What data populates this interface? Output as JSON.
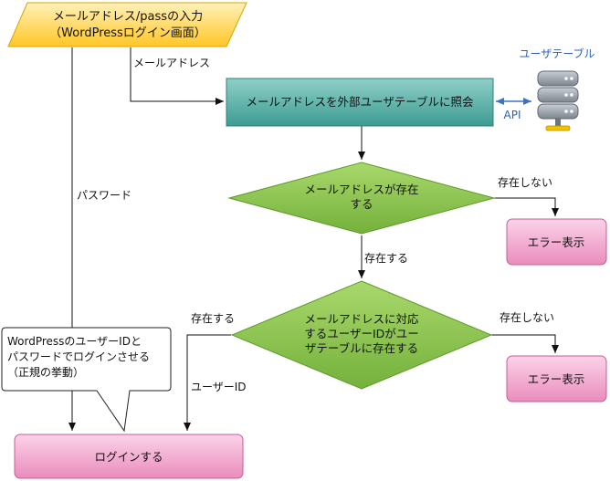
{
  "input_node": {
    "line1": "メールアドレス/passの入力",
    "line2": "（WordPressログイン画面）"
  },
  "edge_email_label": "メールアドレス",
  "edge_password_label": "パスワード",
  "query_node_label": "メールアドレスを外部ユーザテーブルに照会",
  "api_label": "API",
  "user_table": {
    "label": "ユーザテーブル",
    "icon": "database-server-icon"
  },
  "decision1": {
    "line1": "メールアドレスが存在",
    "line2": "する",
    "no_label": "存在しない",
    "yes_label": "存在する"
  },
  "error1_label": "エラー表示",
  "decision2": {
    "line1": "メールアドレスに対応",
    "line2": "するユーザーIDがユー",
    "line3": "ザテーブルに存在する",
    "no_label": "存在しない",
    "yes_label": "存在する"
  },
  "edge_userid_label": "ユーザーID",
  "error2_label": "エラー表示",
  "callout": {
    "line1": "WordPressのユーザーIDと",
    "line2": "パスワードでログインさせる",
    "line3": "（正規の挙動）"
  },
  "login_node_label": "ログインする",
  "colors": {
    "input_fill_top": "#ffe89a",
    "input_fill_bottom": "#ffc92e",
    "query_fill": "#5fb3a9",
    "decision_fill": "#8dc452",
    "error_fill": "#f4a8cf",
    "login_fill": "#f4a8cf",
    "api_arrow": "#3b73c5",
    "api_text": "#2b62b8"
  }
}
